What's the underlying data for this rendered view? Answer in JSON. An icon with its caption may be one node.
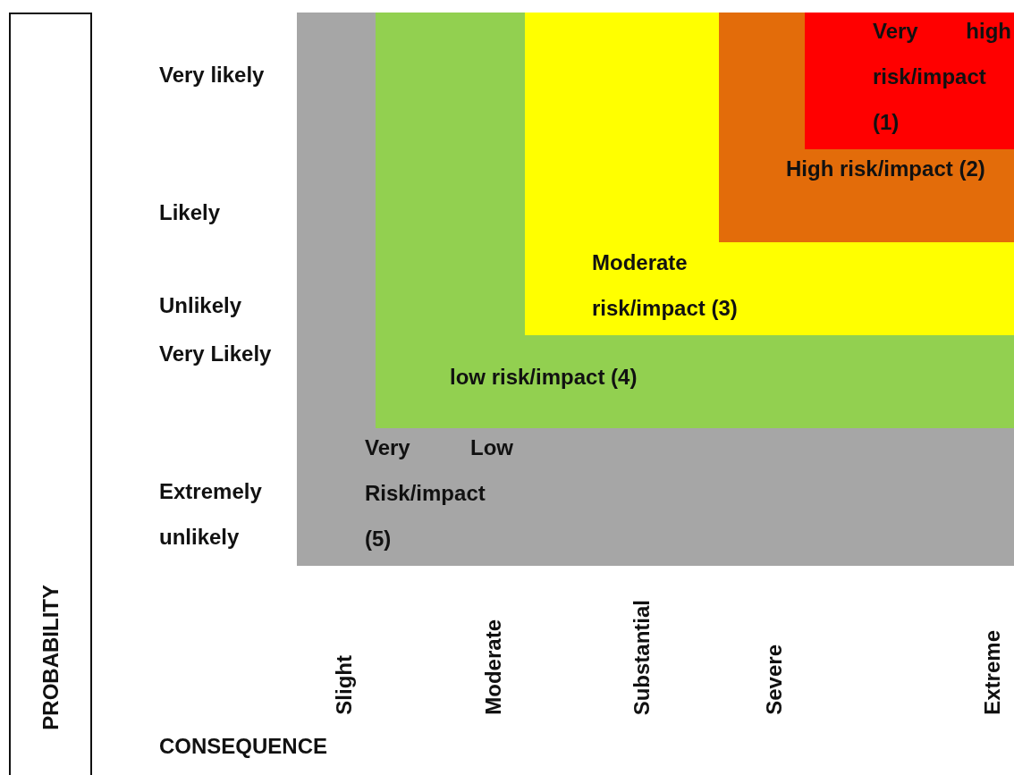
{
  "diagram": {
    "nodes": [
      {
        "text": [
          "Very Low Risk/impact (5)"
        ]
      },
      {
        "text": [
          "low risk/impact (4)"
        ],
        "in": 0
      },
      {
        "text": [
          "Moderate risk/impact (3)"
        ],
        "in": 1
      },
      {
        "text": [
          "High risk/impact (2)"
        ],
        "in": 2
      },
      {
        "text": [
          "Very high risk/impact (1)"
        ],
        "in": 3
      },
      {
        "text": [
          "PROBABILITY"
        ]
      }
    ],
    "labels": [
      "Very likely",
      "Likely",
      "Unlikely",
      "Very Likely",
      "Extremely unlikely",
      "Slight",
      "Moderate",
      "Substantial",
      "Severe",
      "Extreme",
      "CONSEQUENCE"
    ]
  }
}
